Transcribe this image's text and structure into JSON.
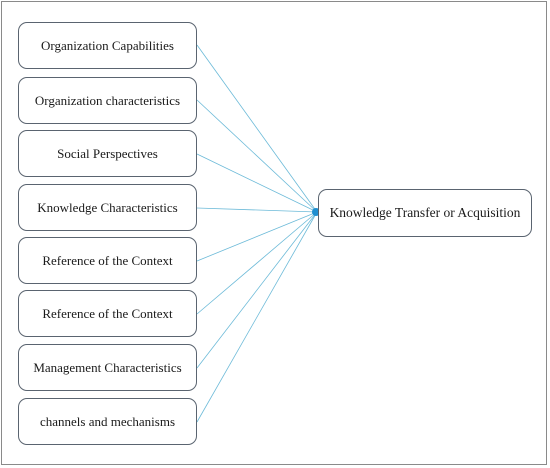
{
  "factors": [
    {
      "label": "Organization Capabilities"
    },
    {
      "label": "Organization characteristics"
    },
    {
      "label": "Social Perspectives"
    },
    {
      "label": "Knowledge Characteristics"
    },
    {
      "label": "Reference of the Context"
    },
    {
      "label": "Reference of the Context"
    },
    {
      "label": "Management Characteristics"
    },
    {
      "label": "channels and mechanisms"
    }
  ],
  "target": {
    "label": "Knowledge Transfer or Acquisition"
  },
  "colors": {
    "connector": "#6cbad8",
    "endpoint": "#1f8fd0",
    "box_border": "#5a6470"
  }
}
